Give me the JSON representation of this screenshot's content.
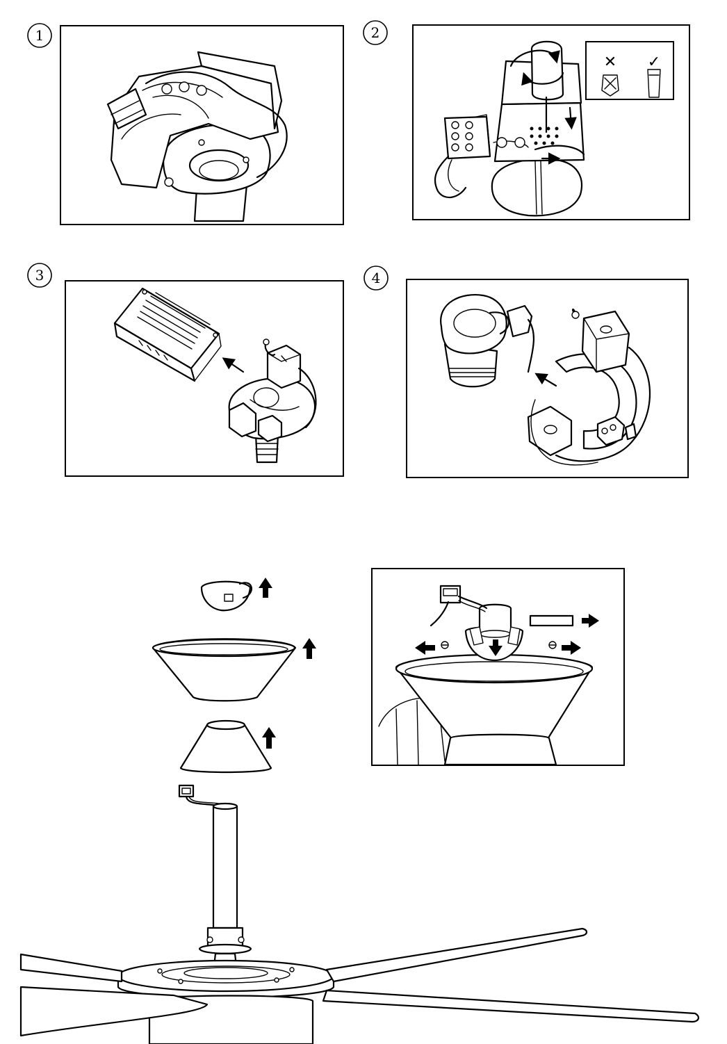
{
  "steps": [
    {
      "number": "1"
    },
    {
      "number": "2"
    },
    {
      "number": "3"
    },
    {
      "number": "4"
    }
  ],
  "legend": {
    "wrong_symbol": "✕",
    "right_symbol": "✓"
  },
  "icons": [
    "cross-icon",
    "check-icon",
    "arrow-icon",
    "rotate-arrow-icon"
  ],
  "colors": {
    "line": "#000000",
    "background": "#ffffff"
  }
}
